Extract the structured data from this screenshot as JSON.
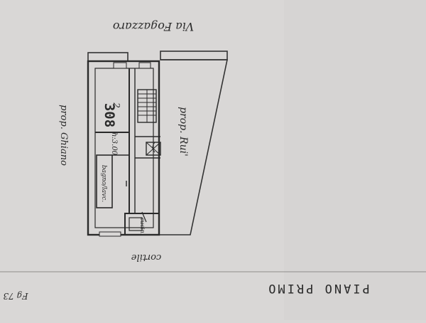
{
  "labels": {
    "street": "Via Fogazzaro",
    "neighbor_right": "prop. Rui'",
    "neighbor_left": "prop. Ghiano",
    "courtyard": "cortile",
    "floor_title": "PIANO PRIMO",
    "sheet_ref": "Fg 73",
    "unit_number": "308",
    "height_note": "h:3.00",
    "bathroom": "bagno/lavc.",
    "kitchen": "cucin.",
    "marker_2": "2",
    "marker_1": "1"
  },
  "colors": {
    "paper": "#d9d7d6",
    "ink": "#2a2a2a"
  }
}
